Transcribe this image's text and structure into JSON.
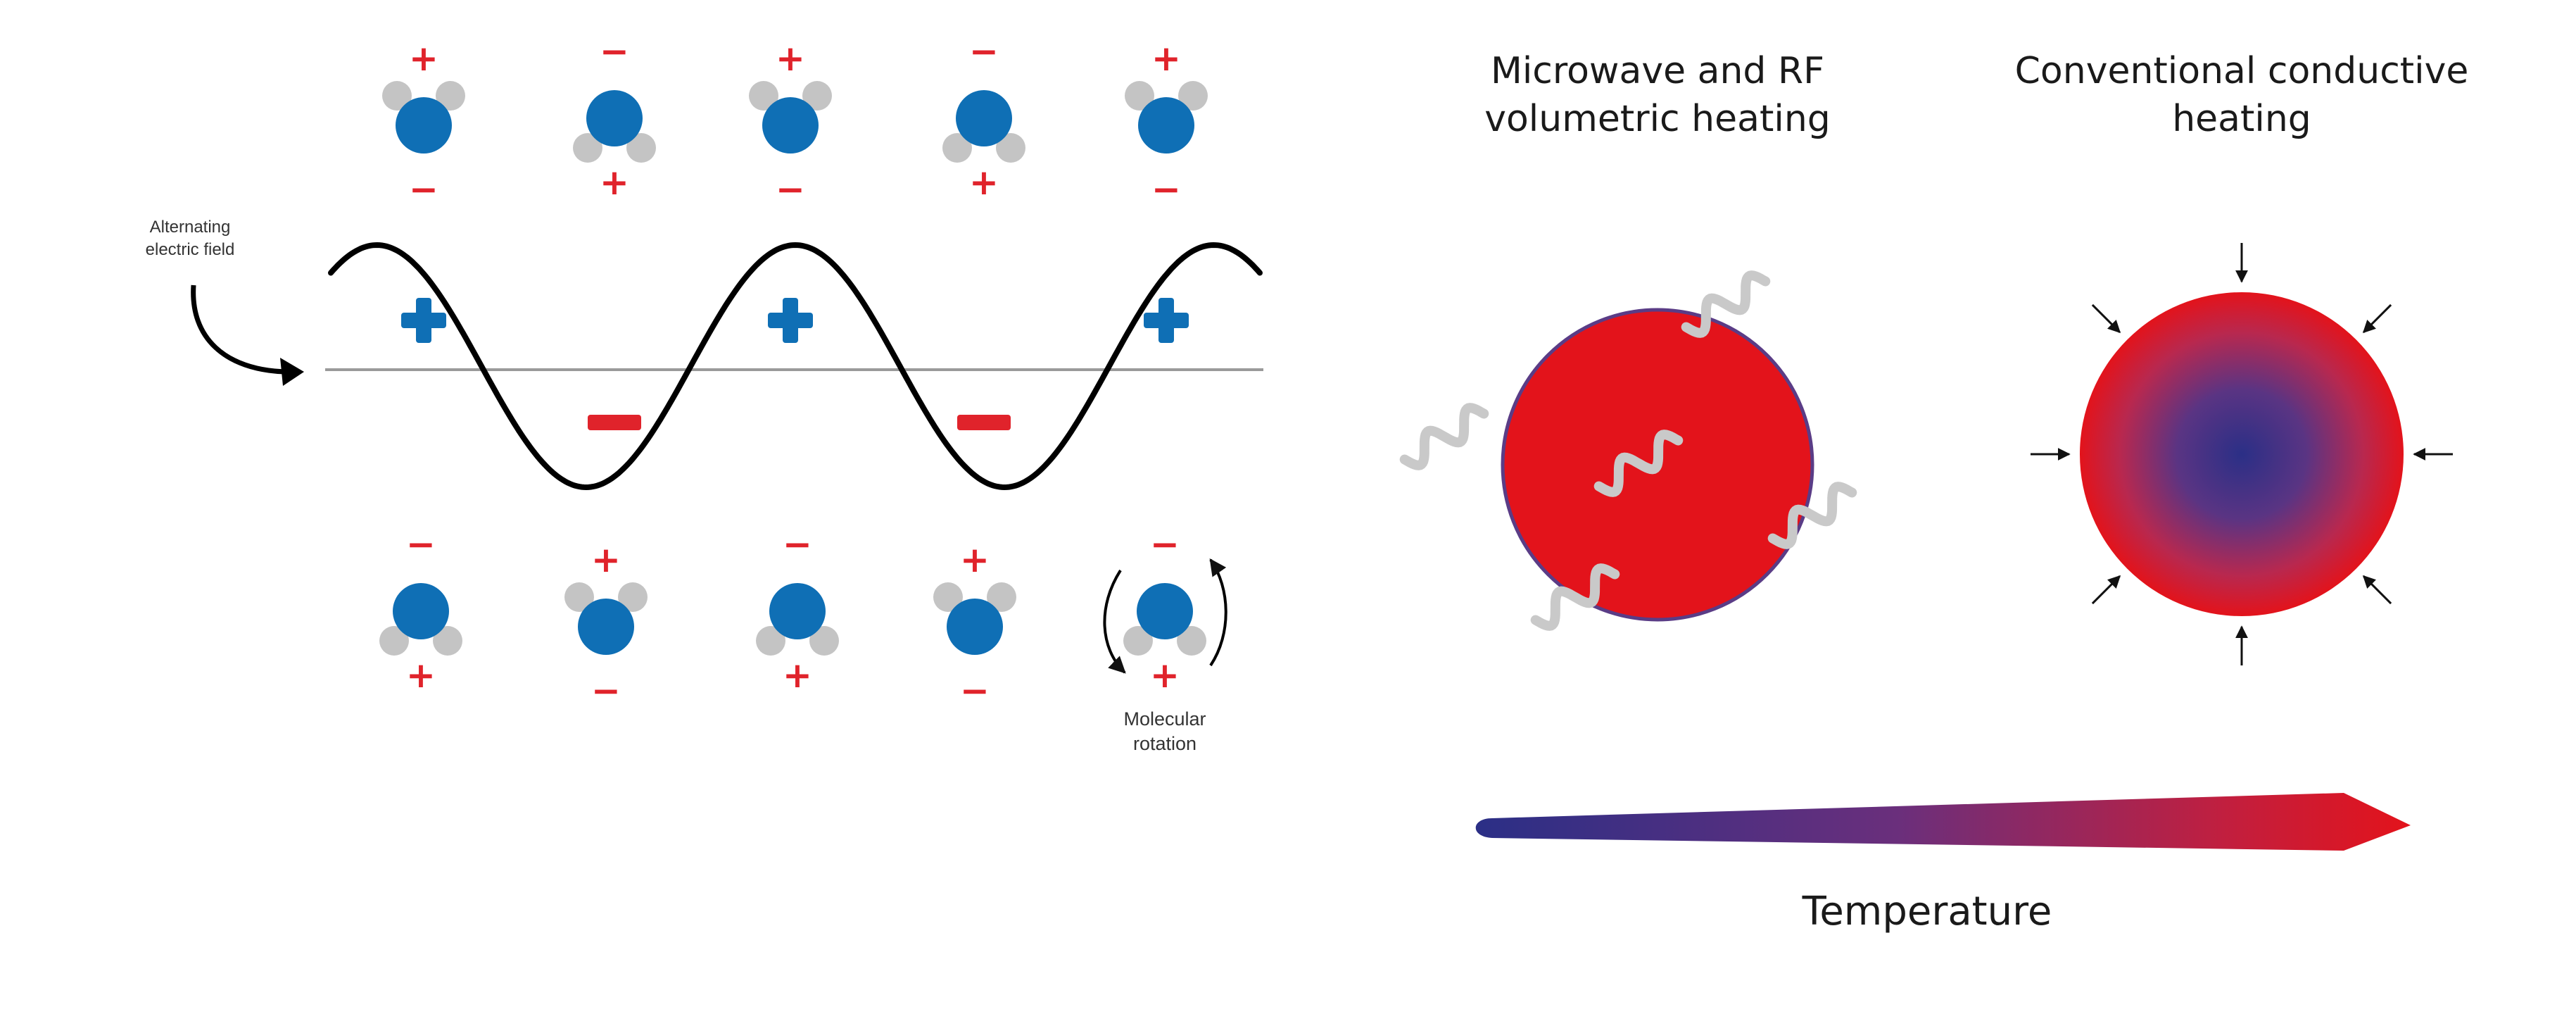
{
  "left_panel": {
    "field_label": [
      "Alternating",
      "electric field"
    ],
    "rotation_label": [
      "Molecular",
      "rotation"
    ],
    "wave_signs": [
      "+",
      "−",
      "+",
      "−",
      "+"
    ],
    "top_molecules": [
      {
        "sign_top": "+",
        "sign_bottom": "−"
      },
      {
        "sign_top": "−",
        "sign_bottom": "+"
      },
      {
        "sign_top": "+",
        "sign_bottom": "−"
      },
      {
        "sign_top": "−",
        "sign_bottom": "+"
      },
      {
        "sign_top": "+",
        "sign_bottom": "−"
      }
    ],
    "bottom_molecules": [
      {
        "sign_top": "−",
        "sign_bottom": "+"
      },
      {
        "sign_top": "+",
        "sign_bottom": "−"
      },
      {
        "sign_top": "−",
        "sign_bottom": "+"
      },
      {
        "sign_top": "+",
        "sign_bottom": "−"
      },
      {
        "sign_top": "−",
        "sign_bottom": "+"
      }
    ]
  },
  "right_panel": {
    "microwave_title": [
      "Microwave and RF",
      "volumetric heating"
    ],
    "conventional_title": [
      "Conventional conductive",
      "heating"
    ],
    "temperature_label": "Temperature"
  },
  "colors": {
    "molecule_blue": "#0f6fb5",
    "hydrogen_grey": "#c4c4c4",
    "sign_red": "#e0232b",
    "hot_red": "#e3131b",
    "cold_blue": "#2b2f86"
  }
}
